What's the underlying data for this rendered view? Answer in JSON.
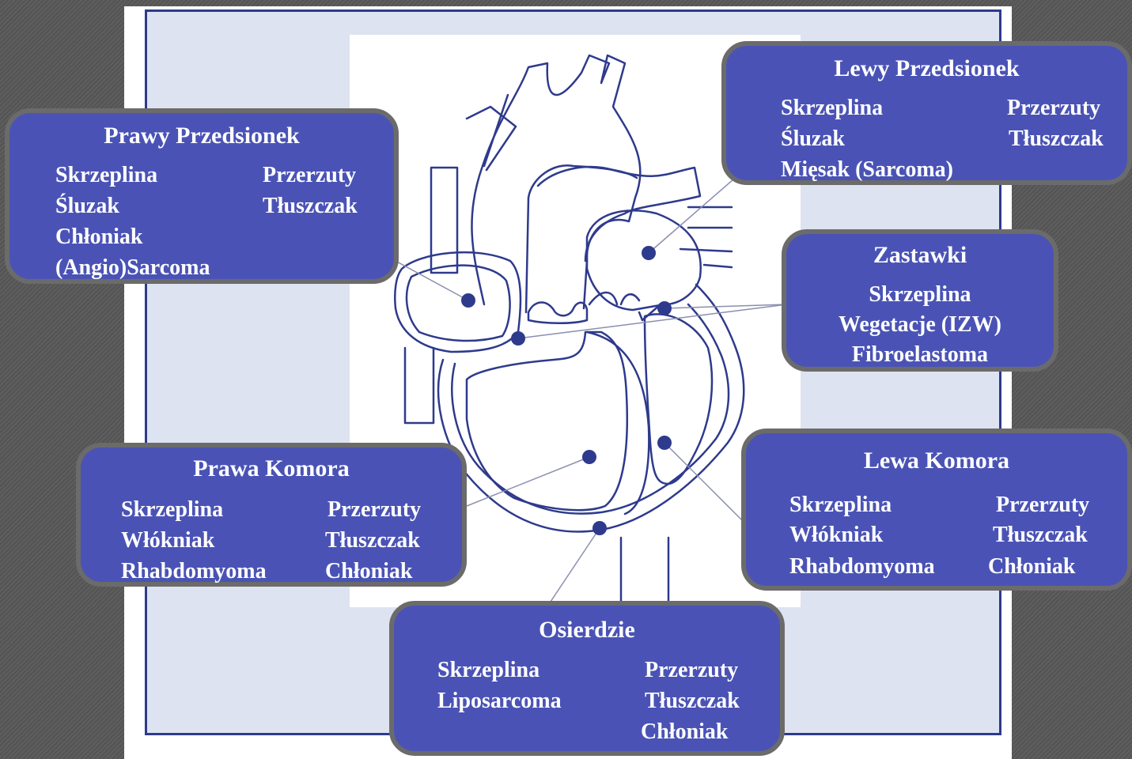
{
  "colors": {
    "box_fill": "#4a53b5",
    "box_border": "#6b6b6b",
    "heart_outline": "#2e3a8c",
    "marker_dot": "#2e3a8c",
    "panel_background": "#dde3f0"
  },
  "boxes": {
    "right_atrium": {
      "title": "Prawy Przedsionek",
      "items": [
        "Skrzeplina",
        "Przerzuty",
        "Śluzak",
        "Tłuszczak",
        "Chłoniak",
        "(Angio)Sarcoma"
      ]
    },
    "left_atrium": {
      "title": "Lewy Przedsionek",
      "items": [
        "Skrzeplina",
        "Przerzuty",
        "Śluzak",
        "Tłuszczak",
        "Mięsak (Sarcoma)"
      ]
    },
    "valves": {
      "title": "Zastawki",
      "items": [
        "Skrzeplina",
        "Wegetacje (IZW)",
        "Fibroelastoma"
      ]
    },
    "right_ventricle": {
      "title": "Prawa Komora",
      "items": [
        "Skrzeplina",
        "Przerzuty",
        "Włókniak",
        "Tłuszczak",
        "Rhabdomyoma",
        "Chłoniak"
      ]
    },
    "left_ventricle": {
      "title": "Lewa Komora",
      "items": [
        "Skrzeplina",
        "Przerzuty",
        "Włókniak",
        "Tłuszczak",
        "Rhabdomyoma",
        "Chłoniak"
      ]
    },
    "pericardium": {
      "title": "Osierdzie",
      "items": [
        "Skrzeplina",
        "Przerzuty",
        "Liposarcoma",
        "Tłuszczak",
        "Chłoniak"
      ]
    }
  }
}
